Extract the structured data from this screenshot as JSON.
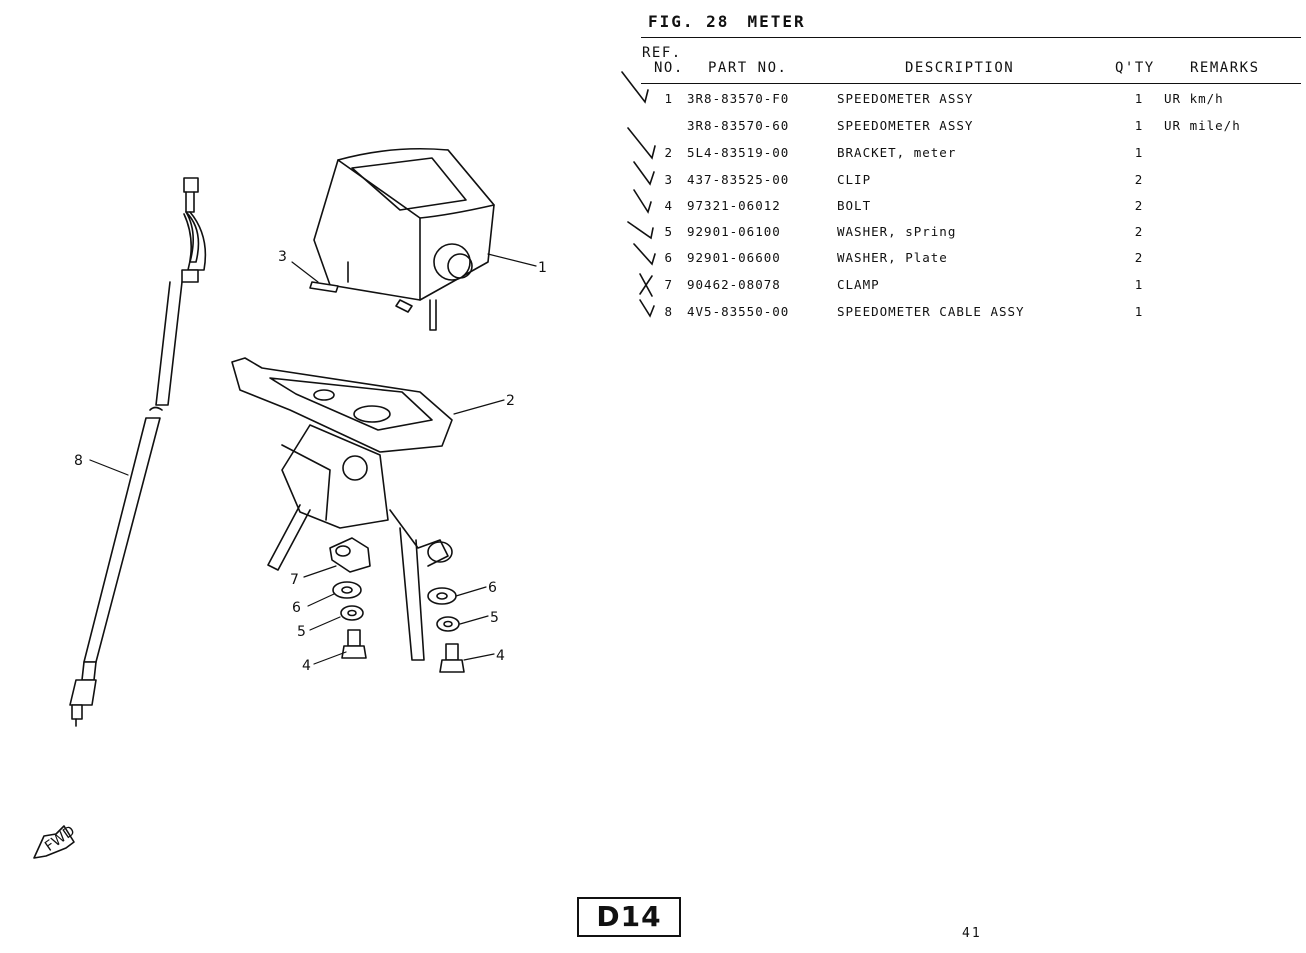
{
  "figure": {
    "label": "FIG. 28",
    "name": "METER"
  },
  "headers": {
    "ref": "REF.",
    "no": "NO.",
    "part_no": "PART NO.",
    "description": "DESCRIPTION",
    "qty": "Q'TY",
    "remarks": "REMARKS"
  },
  "parts": [
    {
      "ref": "1",
      "part_no": "3R8-83570-F0",
      "description": "SPEEDOMETER ASSY",
      "qty": "1",
      "remarks": "UR km/h"
    },
    {
      "ref": "",
      "part_no": "3R8-83570-60",
      "description": "SPEEDOMETER ASSY",
      "qty": "1",
      "remarks": "UR mile/h"
    },
    {
      "ref": "2",
      "part_no": "5L4-83519-00",
      "description": "BRACKET, meter",
      "qty": "1",
      "remarks": ""
    },
    {
      "ref": "3",
      "part_no": "437-83525-00",
      "description": "CLIP",
      "qty": "2",
      "remarks": ""
    },
    {
      "ref": "4",
      "part_no": "97321-06012",
      "description": "BOLT",
      "qty": "2",
      "remarks": ""
    },
    {
      "ref": "5",
      "part_no": "92901-06100",
      "description": "WASHER, sPring",
      "qty": "2",
      "remarks": ""
    },
    {
      "ref": "6",
      "part_no": "92901-06600",
      "description": "WASHER, Plate",
      "qty": "2",
      "remarks": ""
    },
    {
      "ref": "7",
      "part_no": "90462-08078",
      "description": "CLAMP",
      "qty": "1",
      "remarks": ""
    },
    {
      "ref": "8",
      "part_no": "4V5-83550-00",
      "description": "SPEEDOMETER CABLE ASSY",
      "qty": "1",
      "remarks": ""
    }
  ],
  "callouts": {
    "c1": "1",
    "c2": "2",
    "c3": "3",
    "c4a": "4",
    "c4b": "4",
    "c5a": "5",
    "c5b": "5",
    "c6a": "6",
    "c6b": "6",
    "c7": "7",
    "c8": "8"
  },
  "fwd_label": "FWD",
  "section_code": "D14",
  "page_number": "41"
}
